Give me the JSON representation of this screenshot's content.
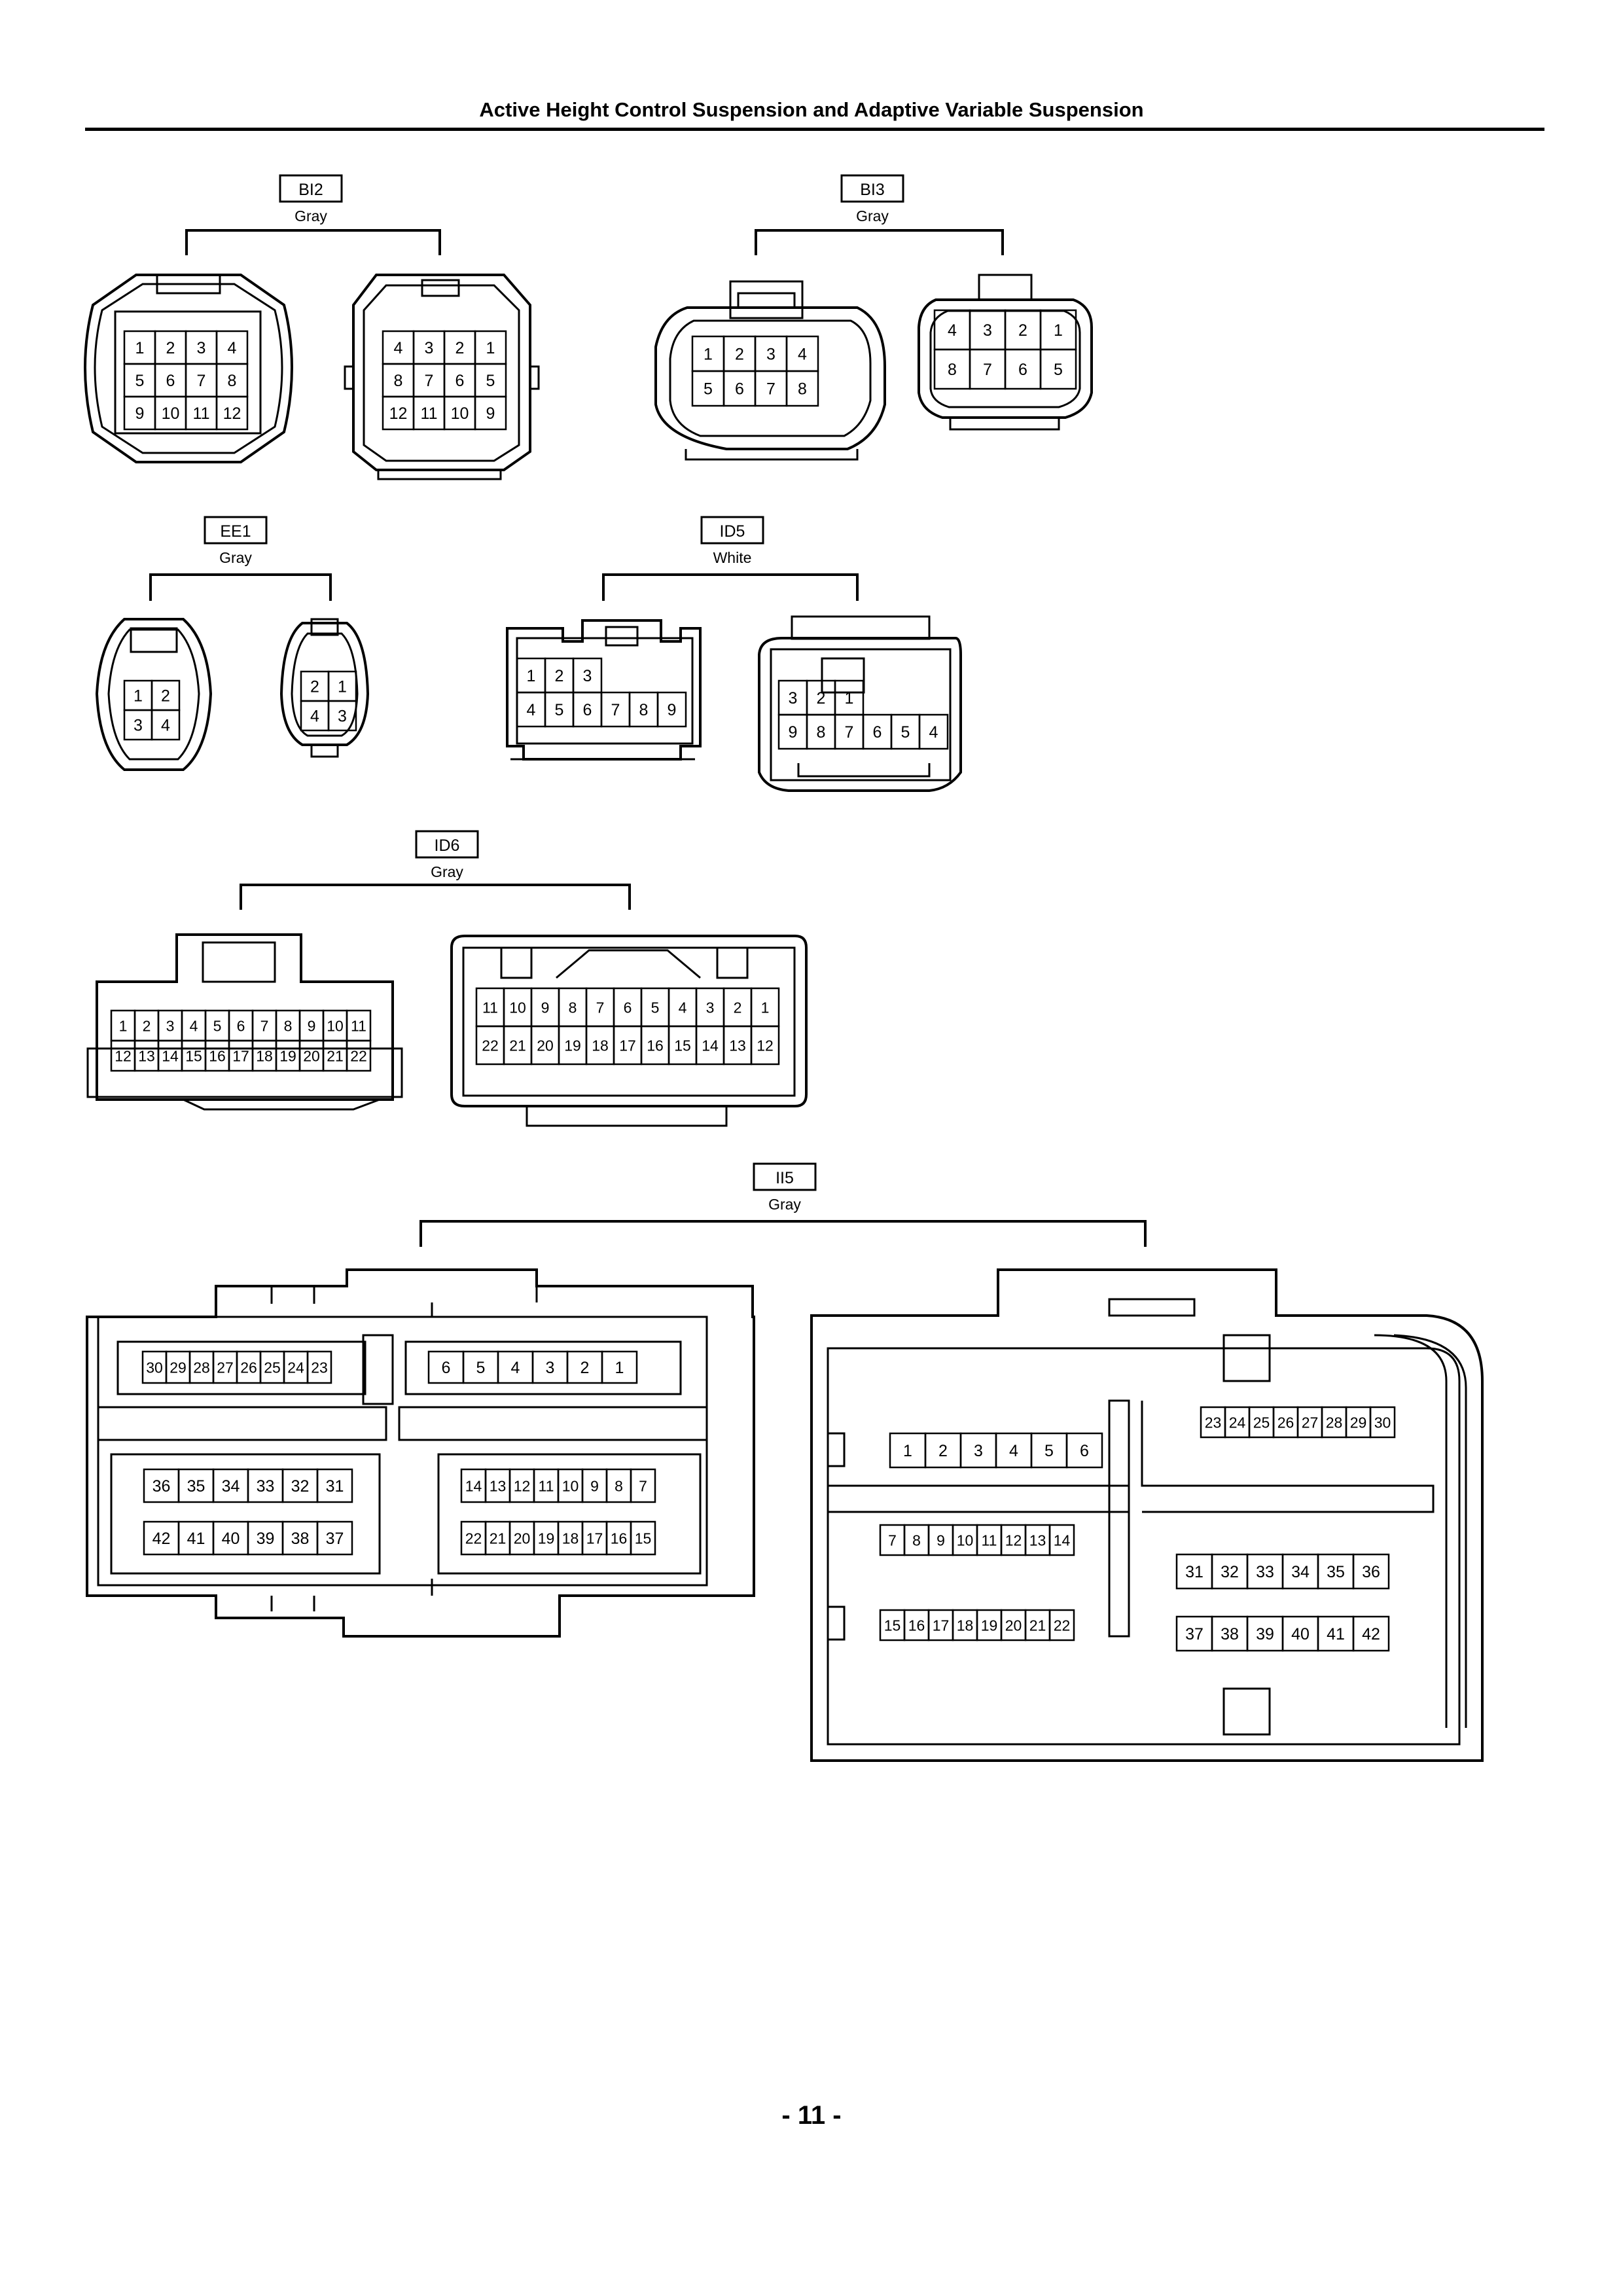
{
  "page": {
    "title": "Active Height Control Suspension and Adaptive Variable Suspension",
    "page_number": "- 11 -"
  },
  "connectors": [
    {
      "id": "BI2",
      "color": "Gray",
      "left_pins": [
        [
          "1",
          "2",
          "3",
          "4"
        ],
        [
          "5",
          "6",
          "7",
          "8"
        ],
        [
          "9",
          "10",
          "11",
          "12"
        ]
      ],
      "right_pins": [
        [
          "4",
          "3",
          "2",
          "1"
        ],
        [
          "8",
          "7",
          "6",
          "5"
        ],
        [
          "12",
          "11",
          "10",
          "9"
        ]
      ]
    },
    {
      "id": "BI3",
      "color": "Gray",
      "left_pins": [
        [
          "1",
          "2",
          "3",
          "4"
        ],
        [
          "5",
          "6",
          "7",
          "8"
        ]
      ],
      "right_pins": [
        [
          "4",
          "3",
          "2",
          "1"
        ],
        [
          "8",
          "7",
          "6",
          "5"
        ]
      ]
    },
    {
      "id": "EE1",
      "color": "Gray",
      "left_pins": [
        [
          "1",
          "2"
        ],
        [
          "3",
          "4"
        ]
      ],
      "right_pins": [
        [
          "2",
          "1"
        ],
        [
          "4",
          "3"
        ]
      ]
    },
    {
      "id": "ID5",
      "color": "White",
      "left_pins": [
        [
          "1",
          "2",
          "3"
        ],
        [
          "4",
          "5",
          "6",
          "7",
          "8",
          "9"
        ]
      ],
      "right_pins": [
        [
          "3",
          "2",
          "1"
        ],
        [
          "9",
          "8",
          "7",
          "6",
          "5",
          "4"
        ]
      ]
    },
    {
      "id": "ID6",
      "color": "Gray",
      "left_pins": [
        [
          "1",
          "2",
          "3",
          "4",
          "5",
          "6",
          "7",
          "8",
          "9",
          "10",
          "11"
        ],
        [
          "12",
          "13",
          "14",
          "15",
          "16",
          "17",
          "18",
          "19",
          "20",
          "21",
          "22"
        ]
      ],
      "right_pins": [
        [
          "11",
          "10",
          "9",
          "8",
          "7",
          "6",
          "5",
          "4",
          "3",
          "2",
          "1"
        ],
        [
          "22",
          "21",
          "20",
          "19",
          "18",
          "17",
          "16",
          "15",
          "14",
          "13",
          "12"
        ]
      ]
    },
    {
      "id": "II5",
      "color": "Gray",
      "left_groups": [
        [
          "30",
          "29",
          "28",
          "27",
          "26",
          "25",
          "24",
          "23"
        ],
        [
          "6",
          "5",
          "4",
          "3",
          "2",
          "1"
        ],
        [
          "36",
          "35",
          "34",
          "33",
          "32",
          "31"
        ],
        [
          "42",
          "41",
          "40",
          "39",
          "38",
          "37"
        ],
        [
          "14",
          "13",
          "12",
          "11",
          "10",
          "9",
          "8",
          "7"
        ],
        [
          "22",
          "21",
          "20",
          "19",
          "18",
          "17",
          "16",
          "15"
        ]
      ],
      "right_groups": [
        [
          "1",
          "2",
          "3",
          "4",
          "5",
          "6"
        ],
        [
          "23",
          "24",
          "25",
          "26",
          "27",
          "28",
          "29",
          "30"
        ],
        [
          "7",
          "8",
          "9",
          "10",
          "11",
          "12",
          "13",
          "14"
        ],
        [
          "15",
          "16",
          "17",
          "18",
          "19",
          "20",
          "21",
          "22"
        ],
        [
          "31",
          "32",
          "33",
          "34",
          "35",
          "36"
        ],
        [
          "37",
          "38",
          "39",
          "40",
          "41",
          "42"
        ]
      ]
    }
  ]
}
